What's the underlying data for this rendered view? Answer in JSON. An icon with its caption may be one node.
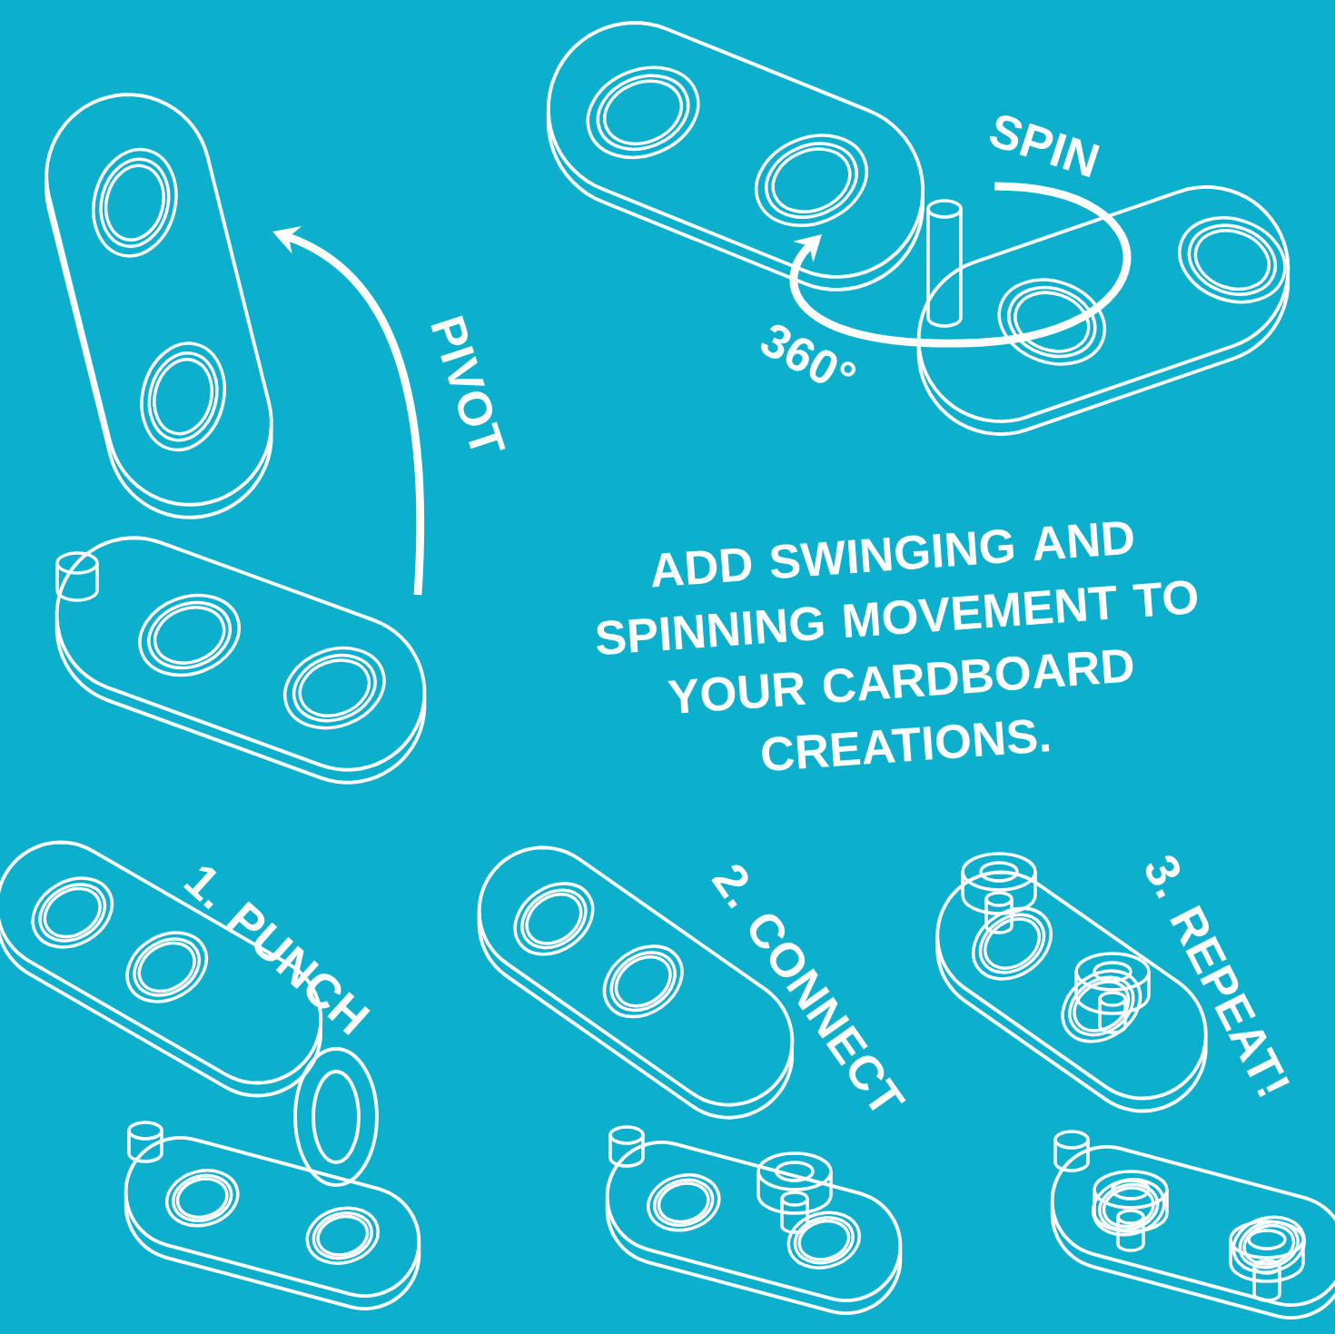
{
  "diagram": {
    "labels": [
      "SPIN",
      "PIVOT",
      "360°",
      "ADD SWINGING AND SPINNING MOVEMENT TO YOUR CARDBOARD CREATIONS.",
      "1. PUNCH",
      "2. CONNECT",
      "3. REPEAT!"
    ]
  }
}
